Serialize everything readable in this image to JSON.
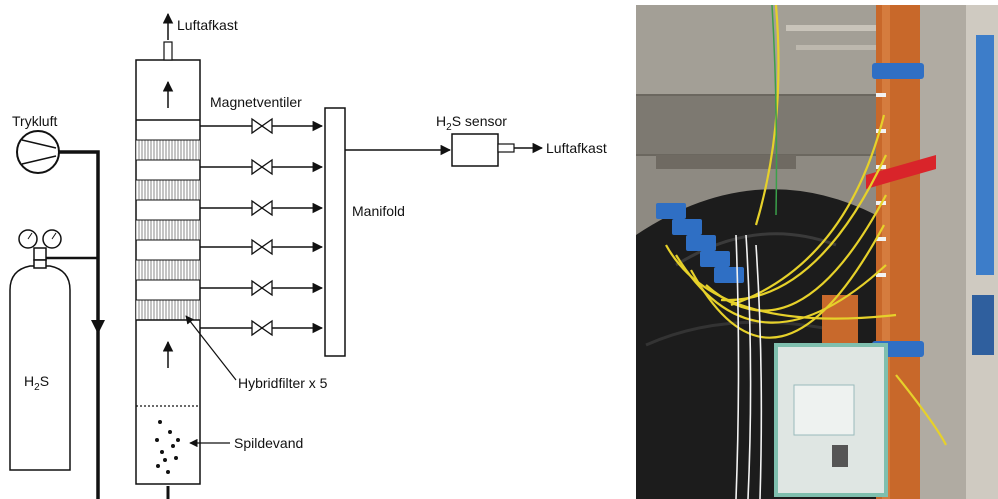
{
  "diagram": {
    "labels": {
      "luftafkast_top": "Luftafkast",
      "magnetventiler": "Magnetventiler",
      "trykluft": "Trykluft",
      "h2s_sensor_pre": "H",
      "h2s_sensor_sub": "2",
      "h2s_sensor_post": "S sensor",
      "luftafkast_right": "Luftafkast",
      "manifold": "Manifold",
      "h2s_bottle_pre": "H",
      "h2s_bottle_sub": "2",
      "h2s_bottle_post": "S",
      "hybridfilter": "Hybridfilter x 5",
      "spildevand": "Spildevand"
    }
  },
  "photo": {
    "scene": "installation-photo"
  },
  "colors": {
    "line": "#111111",
    "filter_hatch": "#9a9a9a",
    "pipe_orange": "#c8682a",
    "cable_yellow": "#e6d12a",
    "clamp_blue": "#2f6fc4",
    "concrete": "#9c968c",
    "tank_black": "#1e1e1e",
    "box_teal": "#7fbfae"
  }
}
